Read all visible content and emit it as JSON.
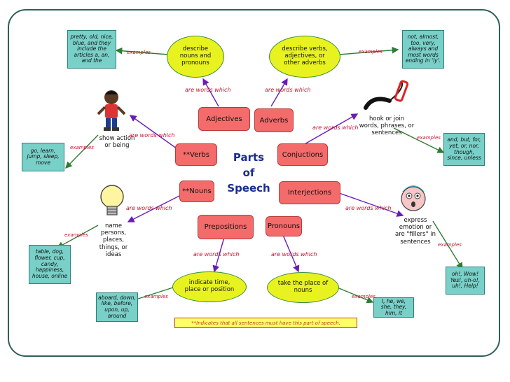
{
  "title_line1": "Parts",
  "title_line2": "of",
  "title_line3": "Speech",
  "parts": {
    "adjectives": "Adjectives",
    "adverbs": "Adverbs",
    "verbs": "**Verbs",
    "conjuctions": "Conjuctions",
    "nouns": "**Nouns",
    "interjections": "Interjections",
    "prepositions": "Prepositions",
    "pronouns": "Pronouns"
  },
  "descriptions": {
    "adjectives": "describe nouns and pronouns",
    "adverbs": "describe verbs, adjectives, or other adverbs",
    "verbs": "show action or being",
    "conjuctions": "hook or join words, phrases, or sentences",
    "nouns": "name persons, places, things, or ideas",
    "interjections": "express emotion or are \"fillers\" in sentences",
    "prepositions": "indicate time, place or position",
    "pronouns": "take the place of nouns"
  },
  "examples": {
    "adjectives": "pretty, old, nice, blue, and they include the articles a, an, and the",
    "adverbs": "not, almost, too, very, always and most words ending in 'ly'.",
    "verbs": "go, learn, jump, sleep, move",
    "conjuctions": "and, but, for, yet, or, nor, though, since, unless",
    "nouns": "table, dog, flower, cup, candy, happiness, house, online",
    "interjections": "oh!, Wow! Yes!, uh-o!, uh!, Help!",
    "prepositions": "aboard, down, like, before, upon, up, around",
    "pronouns": "I, he, we, she, they, him, it"
  },
  "link_label": "are words which",
  "examples_label": "examples",
  "footnote": "**Indicates that all sentences must have this part of speech.",
  "colors": {
    "part_box": "#f46b6b",
    "example_box": "#78d0c8",
    "description_ellipse": "#e8f21e",
    "link_text": "#c8102e",
    "title_text": "#1a2c8f",
    "frame_border": "#2f5f5a"
  },
  "icons": [
    "person-cartoon-icon",
    "lightbulb-icon",
    "hook-icon",
    "shocked-face-icon"
  ]
}
